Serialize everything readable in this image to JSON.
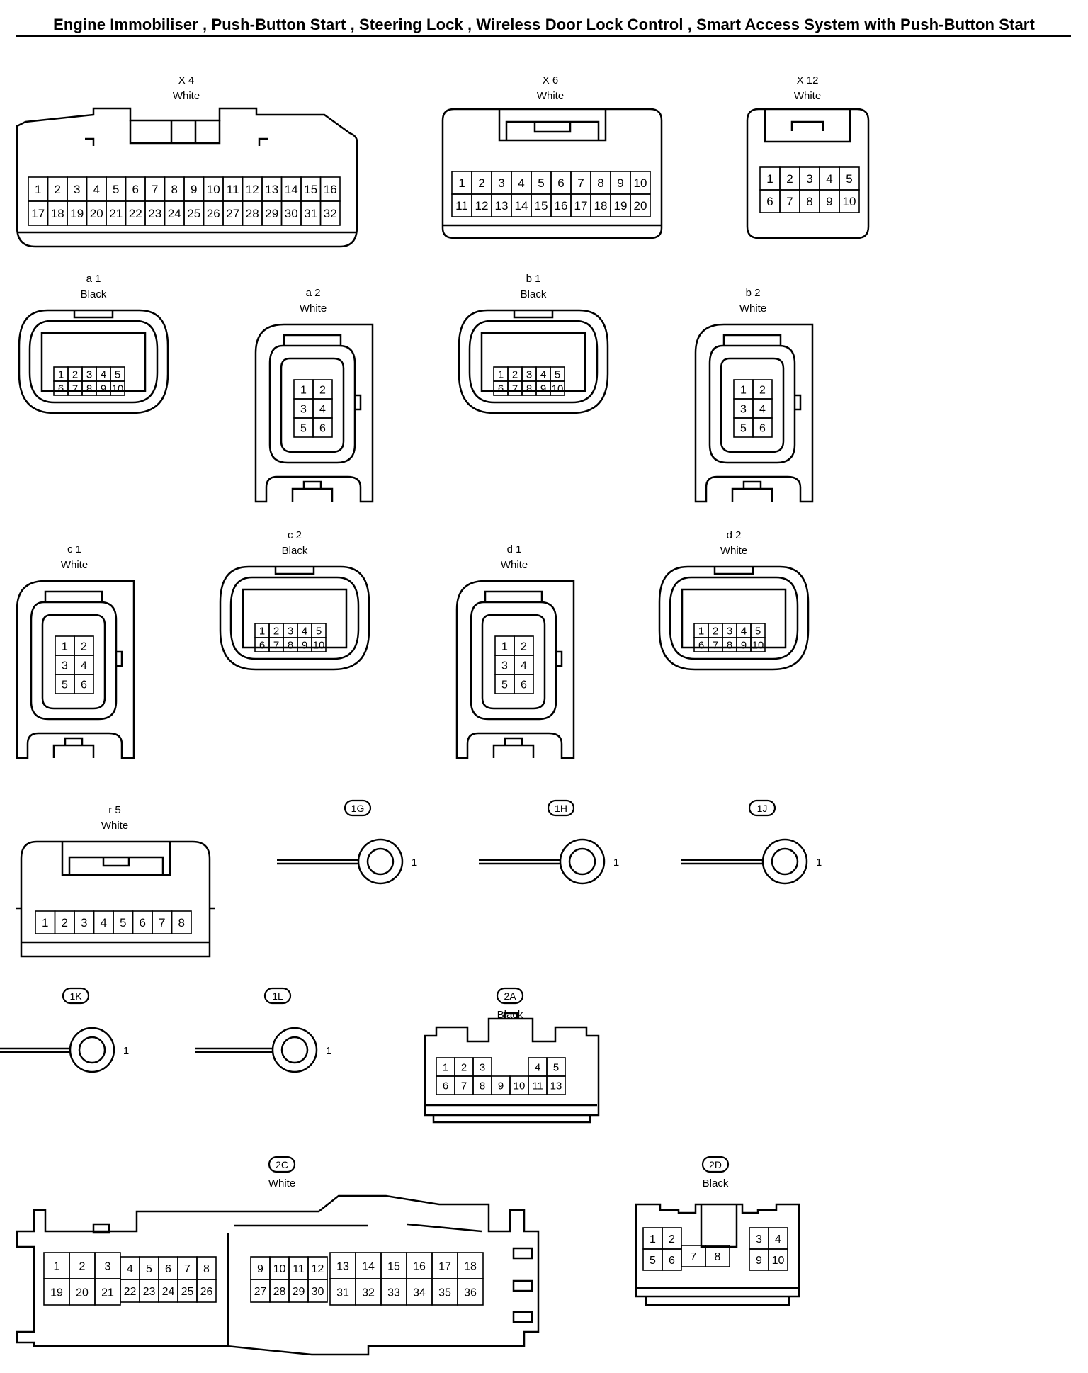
{
  "title": "Engine Immobiliser , Push-Button Start , Steering Lock , Wireless Door Lock Control , Smart Access System with Push-Button Start",
  "connectors": [
    {
      "id": "x4",
      "name": "X 4",
      "color": "White"
    },
    {
      "id": "x6",
      "name": "X 6",
      "color": "White"
    },
    {
      "id": "x12",
      "name": "X 12",
      "color": "White"
    },
    {
      "id": "a1",
      "name": "a 1",
      "color": "Black"
    },
    {
      "id": "a2",
      "name": "a 2",
      "color": "White"
    },
    {
      "id": "b1",
      "name": "b 1",
      "color": "Black"
    },
    {
      "id": "b2",
      "name": "b 2",
      "color": "White"
    },
    {
      "id": "c1",
      "name": "c 1",
      "color": "White"
    },
    {
      "id": "c2",
      "name": "c 2",
      "color": "Black"
    },
    {
      "id": "d1",
      "name": "d 1",
      "color": "White"
    },
    {
      "id": "d2",
      "name": "d 2",
      "color": "White"
    },
    {
      "id": "r5",
      "name": "r 5",
      "color": "White"
    },
    {
      "id": "1G",
      "name": "1G",
      "pin": "1"
    },
    {
      "id": "1H",
      "name": "1H",
      "pin": "1"
    },
    {
      "id": "1J",
      "name": "1J",
      "pin": "1"
    },
    {
      "id": "1K",
      "name": "1K",
      "pin": "1"
    },
    {
      "id": "1L",
      "name": "1L",
      "pin": "1"
    },
    {
      "id": "2A",
      "name": "2A",
      "color": "Black"
    },
    {
      "id": "2C",
      "name": "2C",
      "color": "White"
    },
    {
      "id": "2D",
      "name": "2D",
      "color": "Black"
    }
  ]
}
